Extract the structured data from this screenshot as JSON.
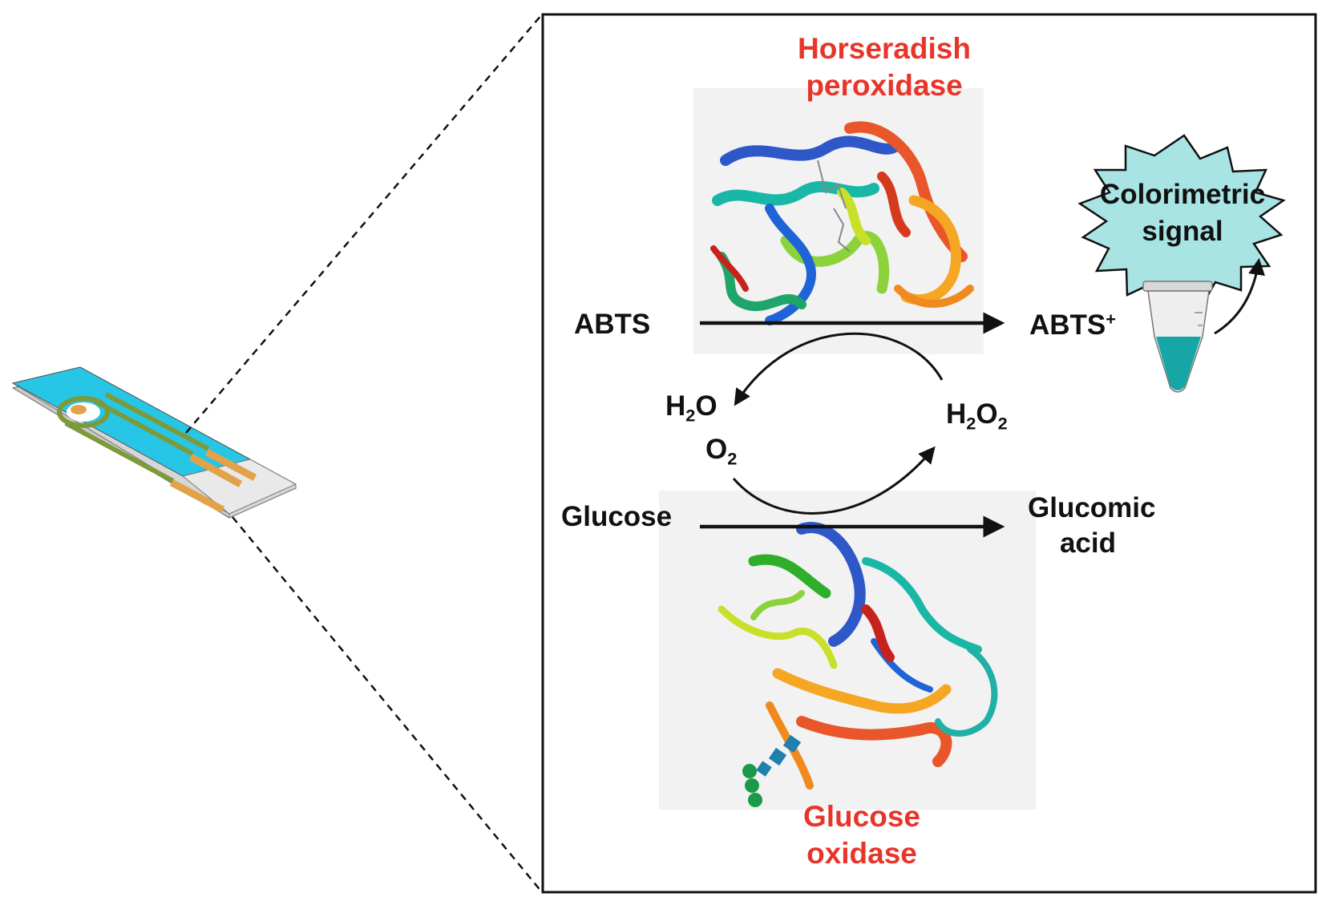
{
  "colors": {
    "enzyme_label": "#e8352a",
    "strip_surface": "#27c6e6",
    "electrode": "#e2a24a",
    "burst_fill": "#a8e4e4",
    "tube_liquid": "#17a6a6"
  },
  "labels": {
    "hrp_line1": "Horseradish",
    "hrp_line2": "peroxidase",
    "gox_line1": "Glucose",
    "gox_line2": "oxidase",
    "abts": "ABTS",
    "abts_plus_base": "ABTS",
    "abts_plus_charge": "+",
    "h2o_h": "H",
    "h2o_sub": "2",
    "h2o_o": "O",
    "o2_o": "O",
    "o2_sub": "2",
    "h2o2_h": "H",
    "h2o2_sub1": "2",
    "h2o2_o": "O",
    "h2o2_sub2": "2",
    "glucose": "Glucose",
    "product_line1": "Glucomic",
    "product_line2": "acid",
    "signal_line1": "Colorimetric",
    "signal_line2": "signal"
  },
  "icons": {
    "strip": "screen-printed-electrode-icon",
    "hrp_structure": "protein-ribbon-icon",
    "gox_structure": "protein-ribbon-icon",
    "tube": "microcentrifuge-tube-icon",
    "signal": "starburst-icon"
  }
}
